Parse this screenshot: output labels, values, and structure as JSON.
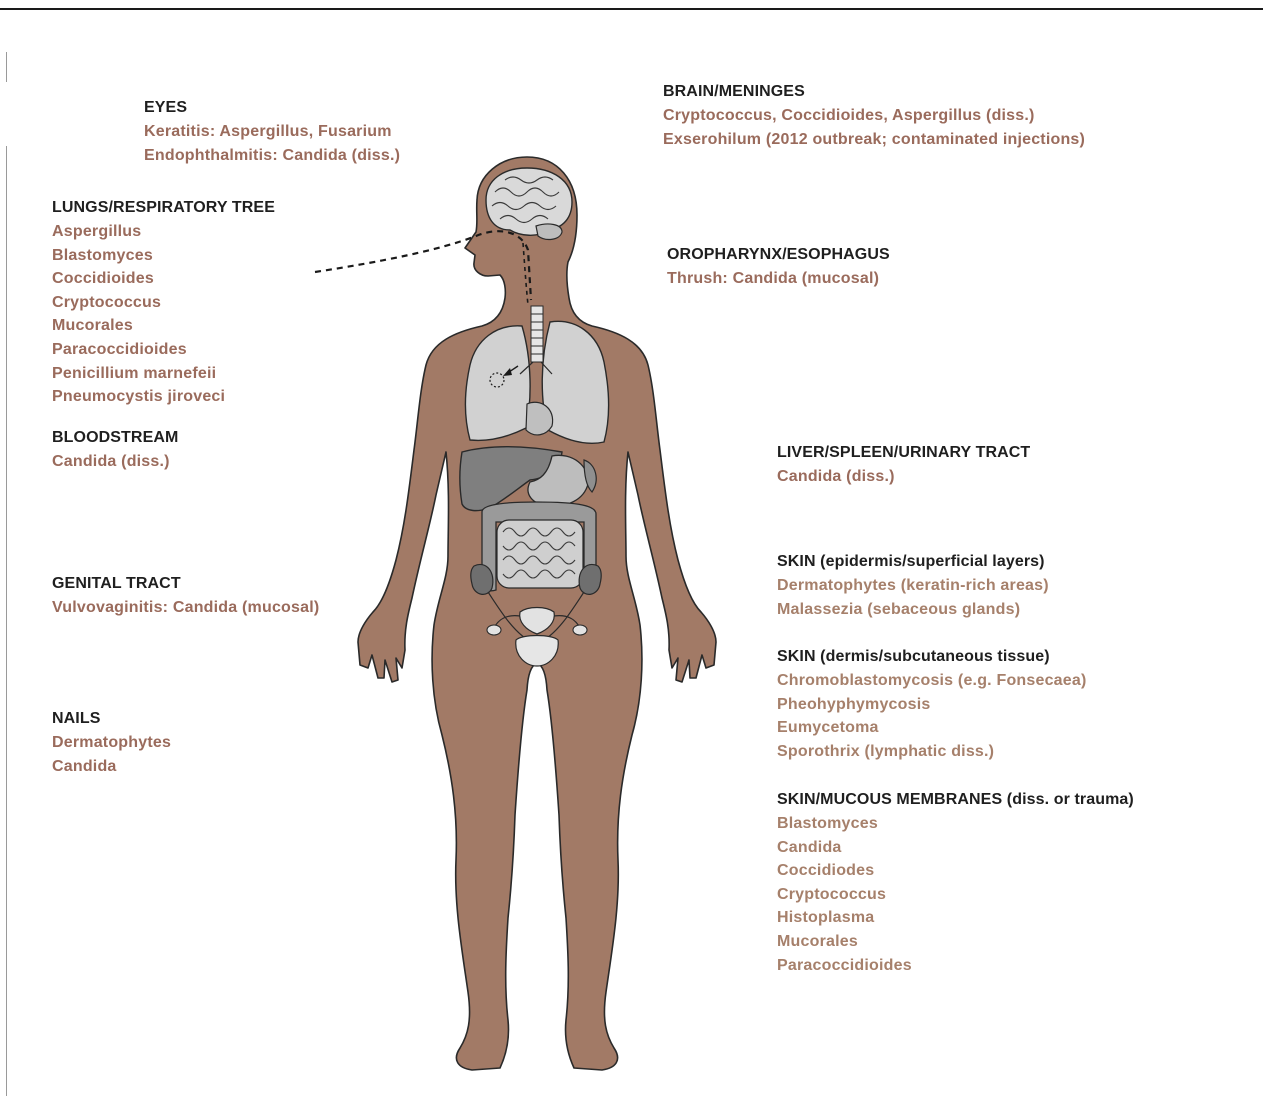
{
  "colors": {
    "heading": "#1f1f1f",
    "organism": "#9a6b5c",
    "skin": "#a6806b",
    "organ_light": "#c8c8c8",
    "organ_dark": "#7c7c7c"
  },
  "labels": {
    "eyes": {
      "heading": "EYES",
      "items": [
        "Keratitis: Aspergillus, Fusarium",
        "Endophthalmitis: Candida (diss.)"
      ]
    },
    "brain": {
      "heading": "BRAIN/MENINGES",
      "items": [
        "Cryptococcus, Coccidioides, Aspergillus (diss.)",
        "Exserohilum (2012 outbreak; contaminated injections)"
      ]
    },
    "lungs": {
      "heading": "LUNGS/RESPIRATORY TREE",
      "items": [
        "Aspergillus",
        "Blastomyces",
        "Coccidioides",
        "Cryptococcus",
        "Mucorales",
        "Paracoccidioides",
        "Penicillium marnefeii",
        "Pneumocystis jiroveci"
      ]
    },
    "oropharynx": {
      "heading": "OROPHARYNX/ESOPHAGUS",
      "items": [
        "Thrush: Candida (mucosal)"
      ]
    },
    "bloodstream": {
      "heading": "BLOODSTREAM",
      "items": [
        "Candida (diss.)"
      ]
    },
    "liver": {
      "heading": "LIVER/SPLEEN/URINARY TRACT",
      "items": [
        "Candida (diss.)"
      ]
    },
    "skin_epidermis": {
      "heading": "SKIN (epidermis/superficial layers)",
      "items": [
        "Dermatophytes (keratin-rich areas)",
        "Malassezia (sebaceous glands)"
      ]
    },
    "genital": {
      "heading": "GENITAL TRACT",
      "items": [
        "Vulvovaginitis: Candida (mucosal)"
      ]
    },
    "skin_dermis": {
      "heading": "SKIN (dermis/subcutaneous tissue)",
      "items": [
        "Chromoblastomycosis (e.g. Fonsecaea)",
        "Pheohyphymycosis",
        "Eumycetoma",
        "Sporothrix (lymphatic diss.)"
      ]
    },
    "nails": {
      "heading": "NAILS",
      "items": [
        "Dermatophytes",
        "Candida"
      ]
    },
    "skin_mucous": {
      "heading": "SKIN/MUCOUS MEMBRANES (diss. or trauma)",
      "items": [
        "Blastomyces",
        "Candida",
        "Coccidiodes",
        "Cryptococcus",
        "Histoplasma",
        "Mucorales",
        "Paracoccidioides"
      ]
    }
  }
}
